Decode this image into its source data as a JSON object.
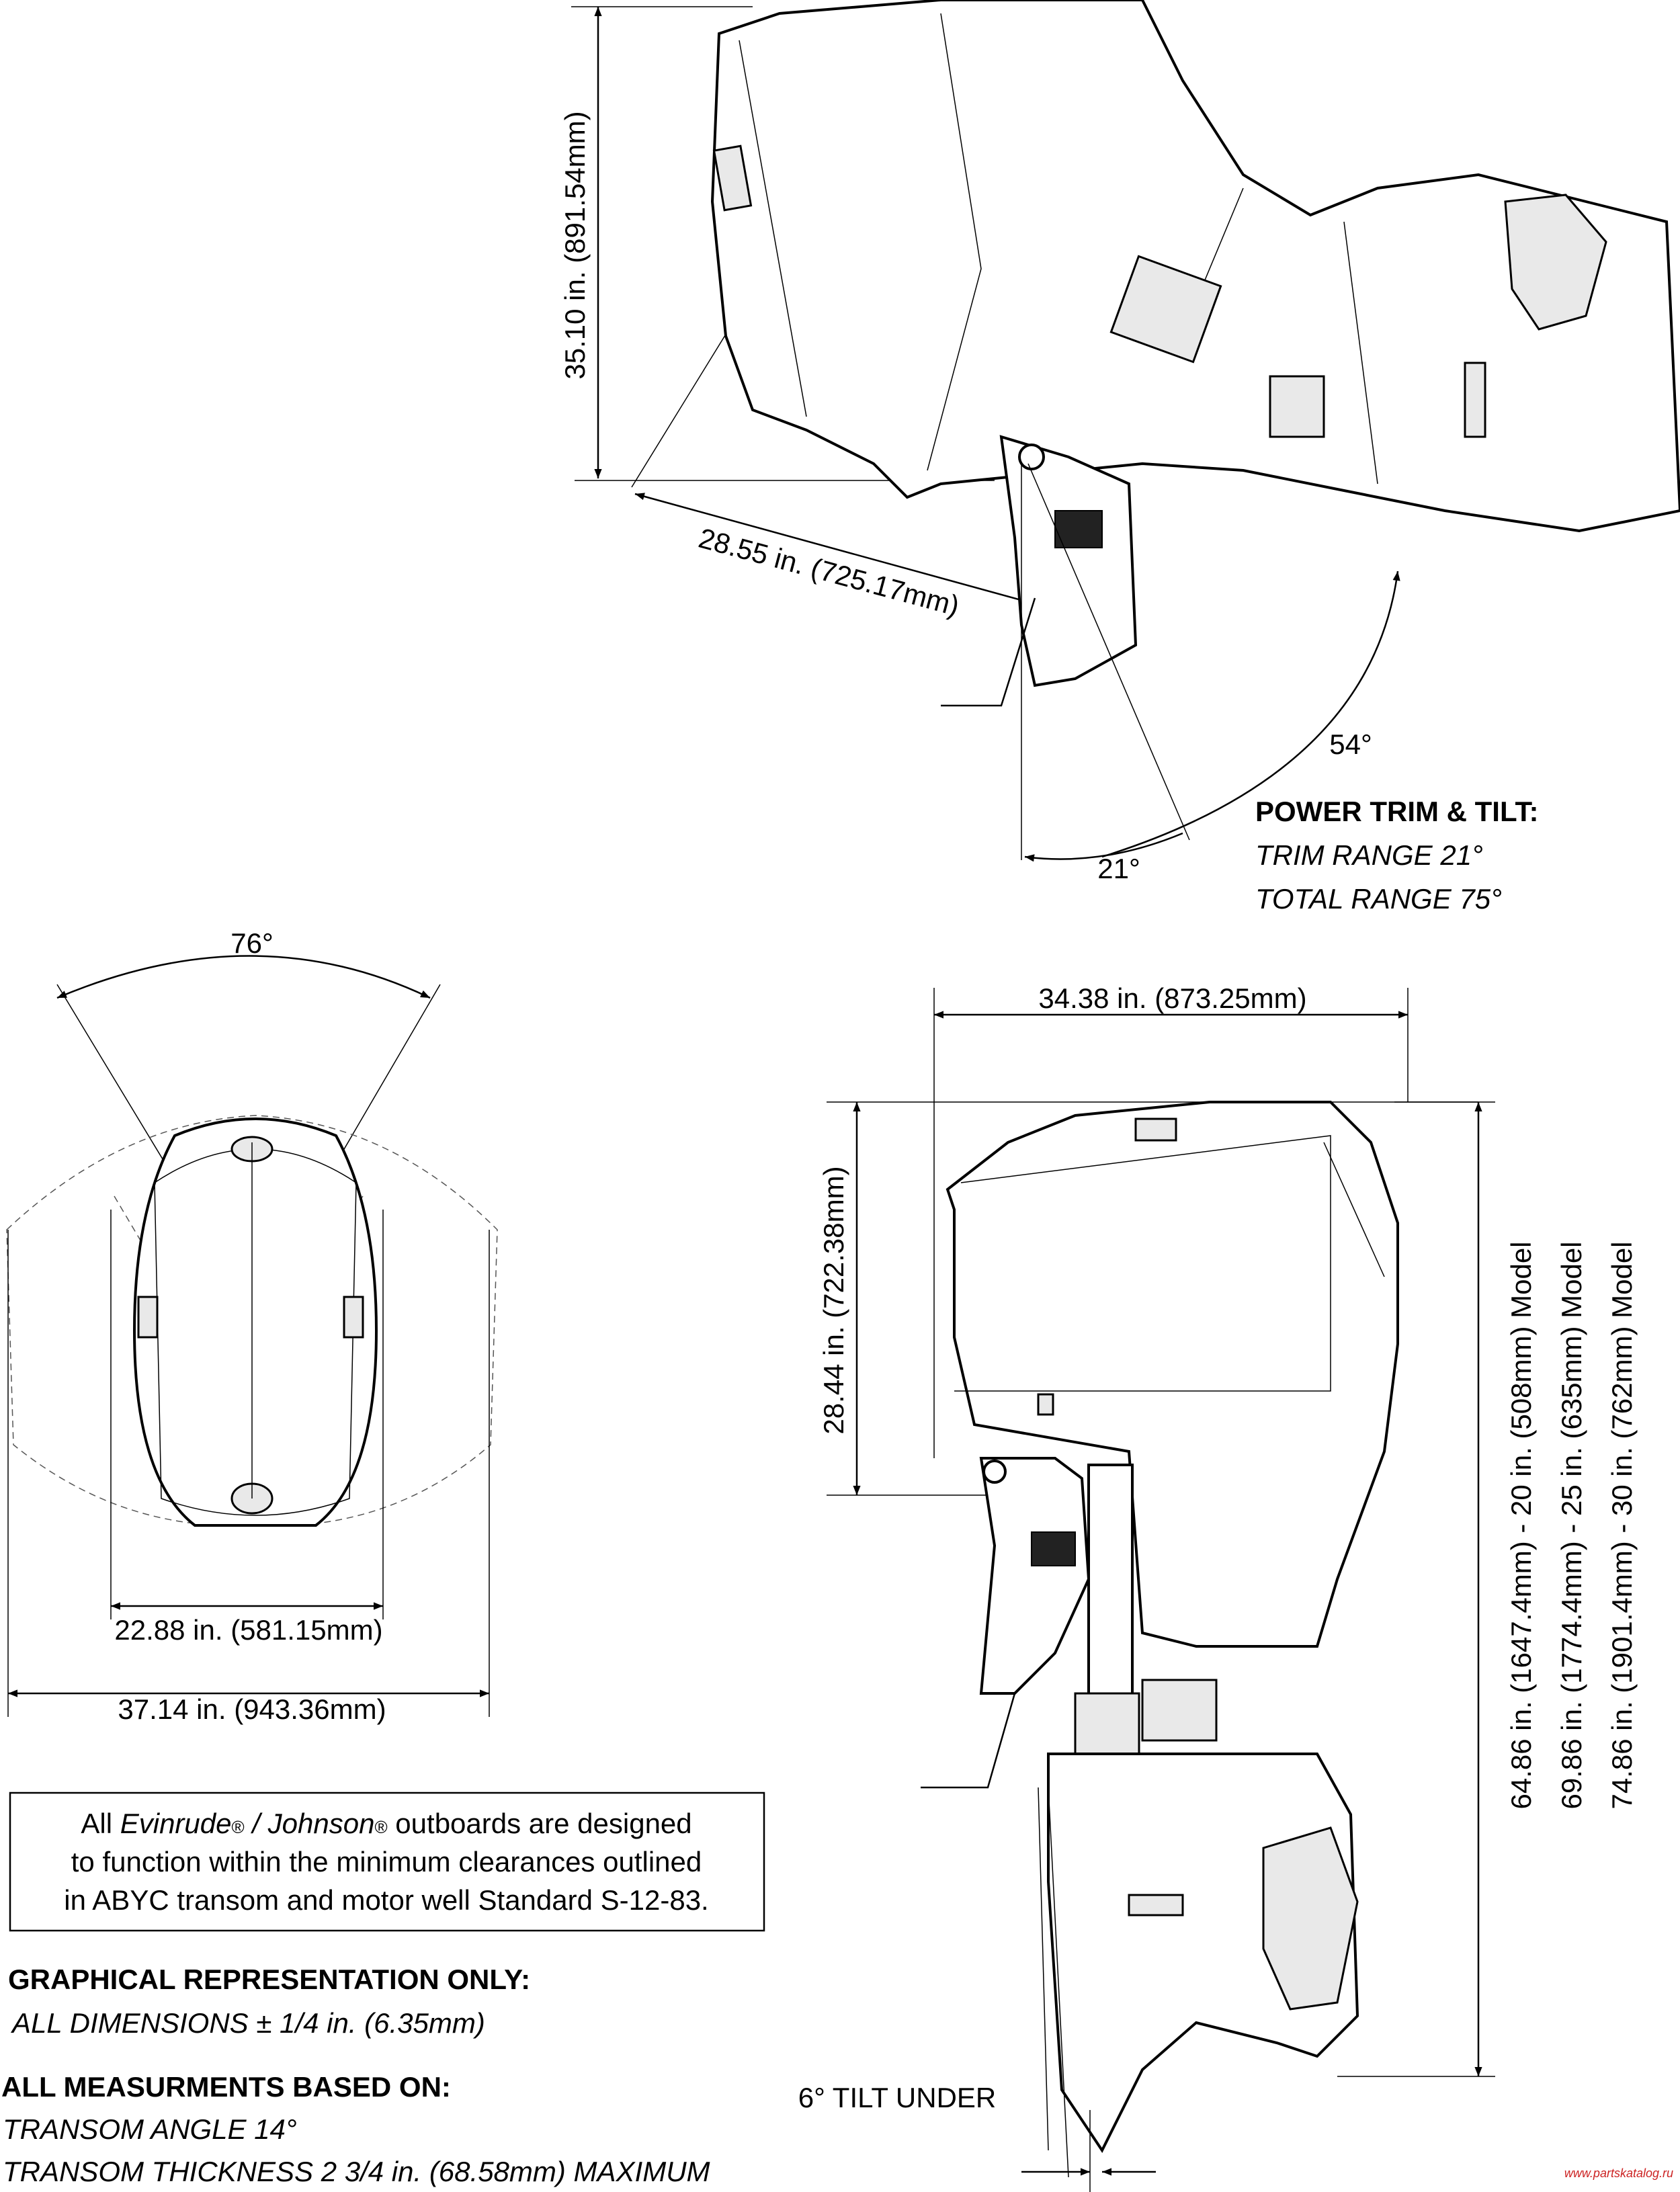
{
  "side_view_tilt": {
    "height_dim": "35.10 in. (891.54mm)",
    "reach_dim": "28.55 in. (725.17mm)",
    "total_angle": "54°",
    "trim_angle": "21°",
    "trim_tilt_title": "POWER TRIM & TILT:",
    "trim_range": "TRIM RANGE 21°",
    "total_range": "TOTAL RANGE 75°"
  },
  "top_view": {
    "steer_angle": "76°",
    "inner_width_dim": "22.88 in. (581.15mm)",
    "outer_width_dim": "37.14 in. (943.36mm)"
  },
  "side_view_down": {
    "width_dim": "34.38 in. (873.25mm)",
    "transom_height_dim": "28.44 in. (722.38mm)",
    "model_20": "64.86 in. (1647.4mm) - 20 in. (508mm) Model",
    "model_25": "69.86 in. (1774.4mm) - 25 in. (635mm) Model",
    "model_30": "74.86 in. (1901.4mm) - 30 in. (762mm) Model",
    "tilt_under": "6° TILT UNDER"
  },
  "notice": {
    "line1_prefix": "All ",
    "brand1": "Evinrude",
    "reg1": "®",
    "slash": " / ",
    "brand2": "Johnson",
    "reg2": "®",
    "line1_suffix": " outboards are designed",
    "line2": "to function within the minimum clearances outlined",
    "line3": "in ABYC transom and motor well Standard S-12-83."
  },
  "graphical_title": "GRAPHICAL REPRESENTATION ONLY:",
  "tolerance": "ALL DIMENSIONS ± 1/4 in. (6.35mm)",
  "measurements_title": "ALL MEASURMENTS BASED ON:",
  "transom_angle": "TRANSOM ANGLE 14°",
  "transom_thickness": "TRANSOM THICKNESS 2 3/4 in. (68.58mm) MAXIMUM",
  "watermark": "www.partskatalog.ru"
}
